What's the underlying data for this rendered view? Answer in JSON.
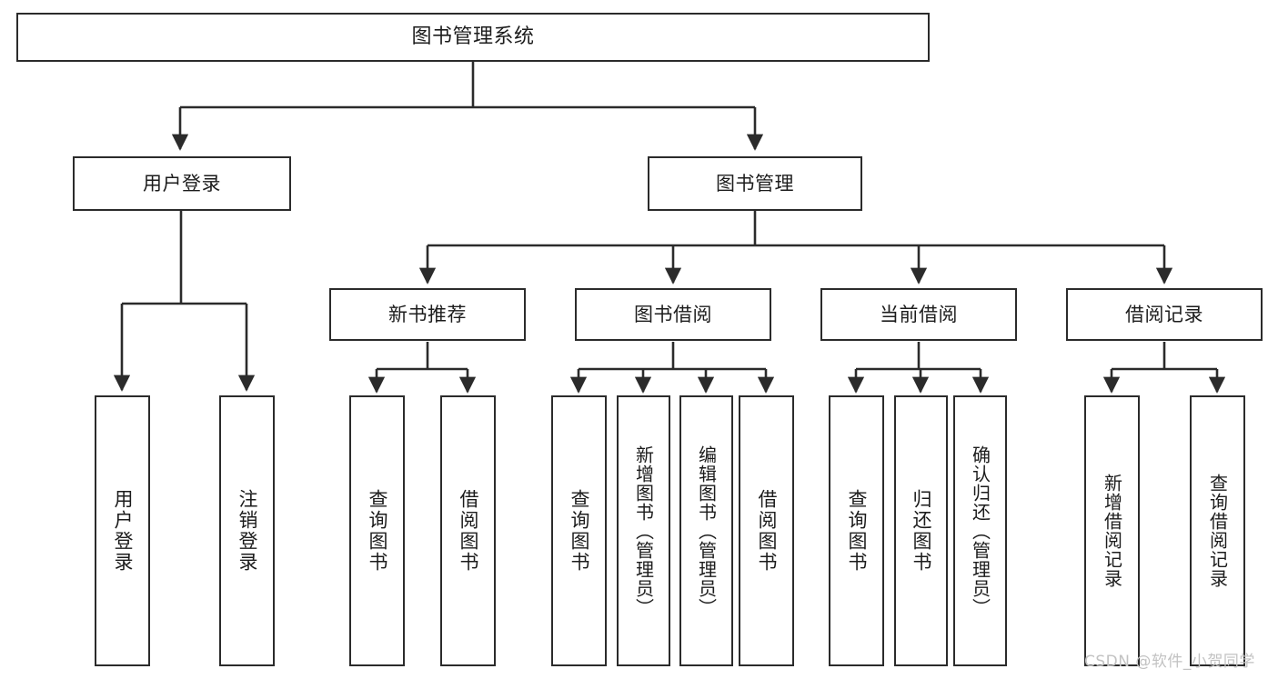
{
  "diagram": {
    "title": "图书管理系统",
    "root": {
      "label": "图书管理系统"
    },
    "level2": [
      {
        "label": "用户登录"
      },
      {
        "label": "图书管理"
      }
    ],
    "level3": [
      {
        "label": "新书推荐"
      },
      {
        "label": "图书借阅"
      },
      {
        "label": "当前借阅"
      },
      {
        "label": "借阅记录"
      }
    ],
    "leaves": {
      "user_login": [
        {
          "label": "用户登录"
        },
        {
          "label": "注销登录"
        }
      ],
      "new_book_recommend": [
        {
          "label": "查询图书"
        },
        {
          "label": "借阅图书"
        }
      ],
      "book_borrow": [
        {
          "label": "查询图书"
        },
        {
          "label": "新增图书（管理员）"
        },
        {
          "label": "编辑图书（管理员）"
        },
        {
          "label": "借阅图书"
        }
      ],
      "current_borrow": [
        {
          "label": "查询图书"
        },
        {
          "label": "归还图书"
        },
        {
          "label": "确认归还（管理员）"
        }
      ],
      "borrow_record": [
        {
          "label": "新增借阅记录"
        },
        {
          "label": "查询借阅记录"
        }
      ]
    }
  },
  "watermark": {
    "text": "CSDN @软件_小贺同学"
  },
  "colors": {
    "border": "#2b2b2b",
    "text": "#1c1c1c",
    "background": "#ffffff",
    "watermark": "#c2c2c2"
  }
}
